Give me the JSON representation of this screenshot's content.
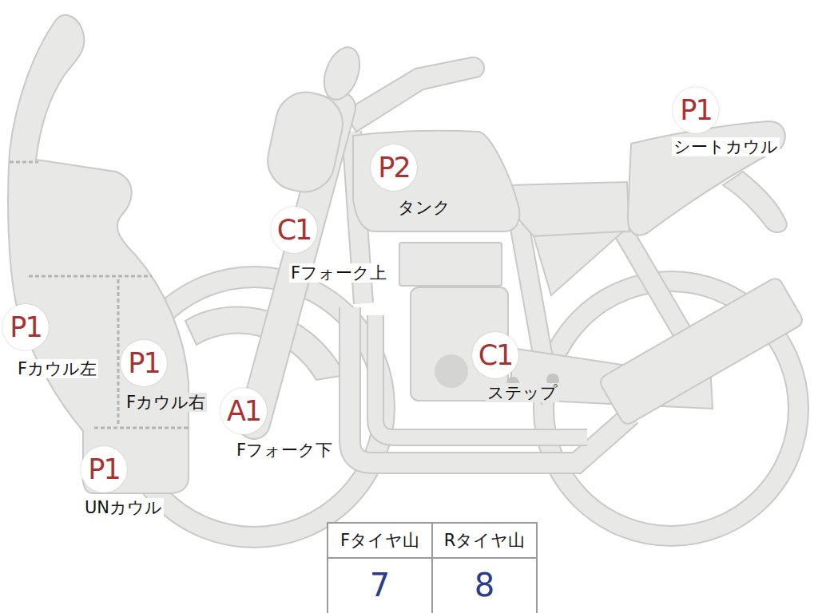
{
  "diagram": {
    "nodes": [
      {
        "text": [
          "P1",
          "シートカウル"
        ]
      },
      {
        "text": [
          "P2",
          "タンク"
        ]
      },
      {
        "text": [
          "C1",
          "Fフォーク上"
        ]
      },
      {
        "text": [
          "P1",
          "Fカウル左"
        ]
      },
      {
        "text": [
          "P1",
          "Fカウル右"
        ]
      },
      {
        "text": [
          "C1",
          "ステップ"
        ]
      },
      {
        "text": [
          "A1",
          "Fフォーク下"
        ]
      },
      {
        "text": [
          "P1",
          "UNカウル"
        ]
      }
    ],
    "labels": [
      "Fタイヤ山",
      "Rタイヤ山",
      "7",
      "8"
    ]
  }
}
